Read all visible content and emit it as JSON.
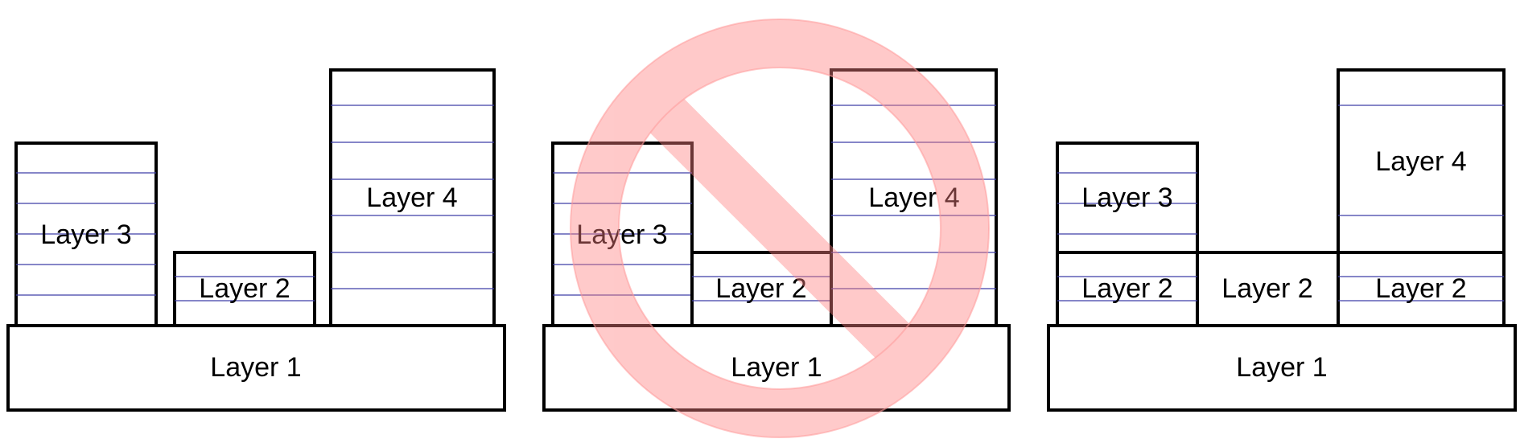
{
  "colors": {
    "outline": "#000000",
    "layer_lines": "#3f3fa6",
    "prohibition": "#ff8080"
  },
  "icons": [
    "prohibition-icon"
  ],
  "panels": [
    {
      "name": "panel-separate",
      "labels": {
        "layer1": "Layer 1",
        "layer2": "Layer 2",
        "layer3": "Layer 3",
        "layer4": "Layer 4"
      }
    },
    {
      "name": "panel-prohibited",
      "labels": {
        "layer1": "Layer 1",
        "layer2": "Layer 2",
        "layer3": "Layer 3",
        "layer4": "Layer 4"
      }
    },
    {
      "name": "panel-shared",
      "labels": {
        "layer1": "Layer 1",
        "layer2_left": "Layer 2",
        "layer2_middle": "Layer 2",
        "layer2_right": "Layer 2",
        "layer3": "Layer 3",
        "layer4": "Layer 4"
      }
    }
  ]
}
